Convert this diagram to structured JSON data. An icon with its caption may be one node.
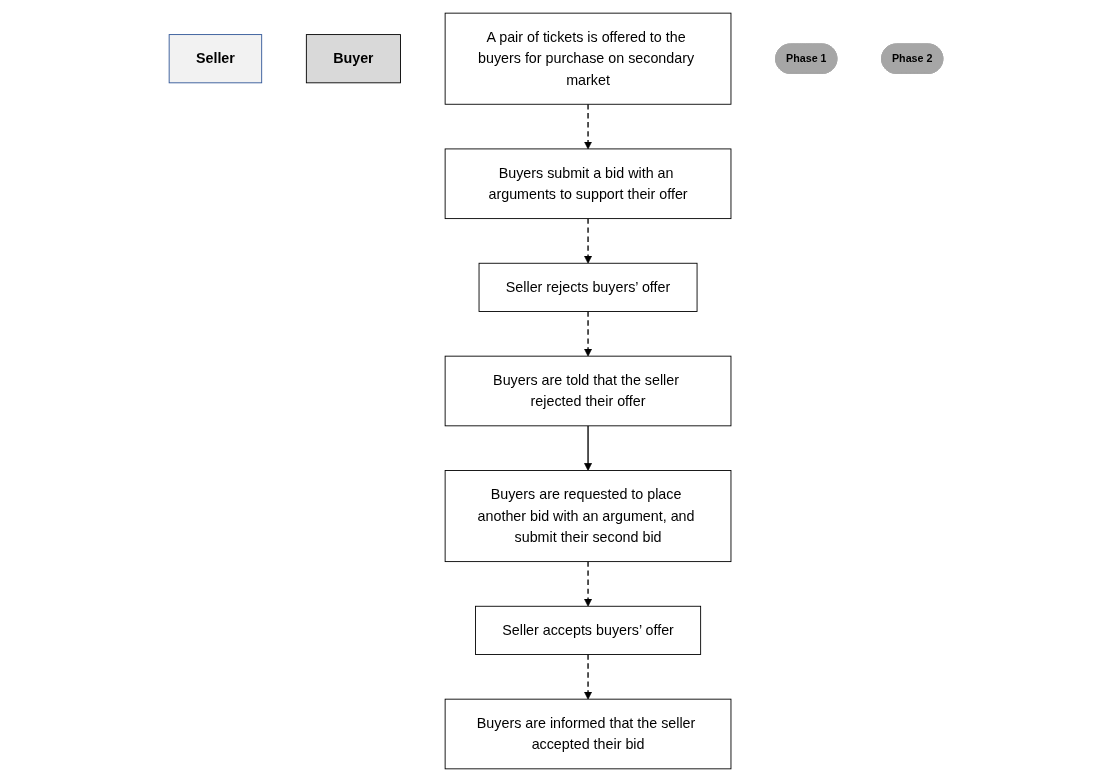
{
  "diagram": {
    "nodes": [
      {
        "text": [
          "Seller"
        ]
      },
      {
        "text": [
          "Buyer"
        ]
      },
      {
        "text": [
          "A pair of tickets is offered to the buyers for purchase on secondary market"
        ]
      },
      {
        "text": [
          "Buyers submit a bid with an arguments to support their offer"
        ]
      },
      {
        "text": [
          "Phase 1"
        ]
      },
      {
        "text": [
          "Seller rejects buyers’ offer"
        ]
      },
      {
        "text": [
          "Buyers are told that the seller rejected their offer"
        ]
      },
      {
        "text": [
          "Buyers are requested to place another bid with an argument, and submit their second bid"
        ]
      },
      {
        "text": [
          "Phase 2"
        ]
      },
      {
        "text": [
          "Seller accepts buyers’ offer"
        ]
      },
      {
        "text": [
          "Buyers are informed that the seller accepted their bid"
        ]
      }
    ],
    "edges": [
      {
        "from": 2,
        "to": 3,
        "arrow": "to",
        "style": "dashed"
      },
      {
        "from": 3,
        "to": 5,
        "arrow": "to",
        "style": "dashed"
      },
      {
        "from": 5,
        "to": 6,
        "arrow": "to",
        "style": "dashed"
      },
      {
        "from": 6,
        "to": 7,
        "arrow": "to"
      },
      {
        "from": 7,
        "to": 9,
        "arrow": "to",
        "style": "dashed"
      },
      {
        "from": 9,
        "to": 10,
        "arrow": "to",
        "style": "dashed"
      }
    ]
  }
}
